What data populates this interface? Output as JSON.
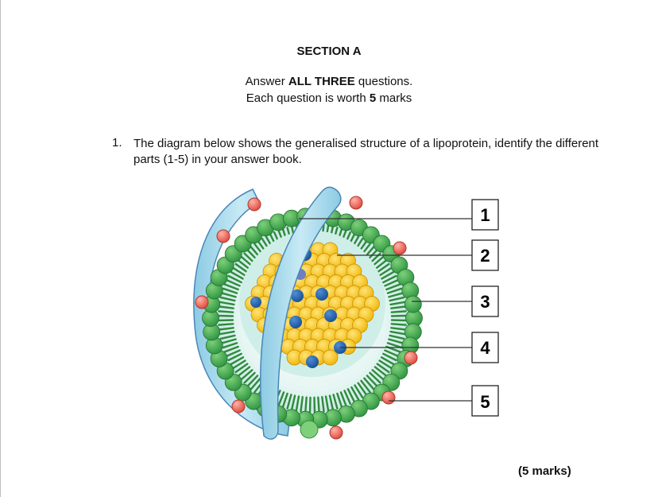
{
  "section": {
    "title": "SECTION A"
  },
  "instructions": {
    "line1_pre": "Answer ",
    "line1_bold": "ALL THREE",
    "line1_post": " questions.",
    "line2_pre": "Each question is worth ",
    "line2_bold": "5",
    "line2_post": " marks"
  },
  "question": {
    "number": "1.",
    "text": "The diagram below shows the generalised structure of a lipoprotein, identify the different parts (1-5) in your answer book."
  },
  "diagram": {
    "labels": [
      "1",
      "2",
      "3",
      "4",
      "5"
    ]
  },
  "marks": "(5 marks)",
  "colors": {
    "protein": "#a8d8ea",
    "phospholipid_head": "#3aa64a",
    "cholesterol": "#e86a5c",
    "triglyceride": "#f5c21b",
    "cholesteryl_ester": "#1f5fa8",
    "core_halo": "#cfeee8"
  }
}
